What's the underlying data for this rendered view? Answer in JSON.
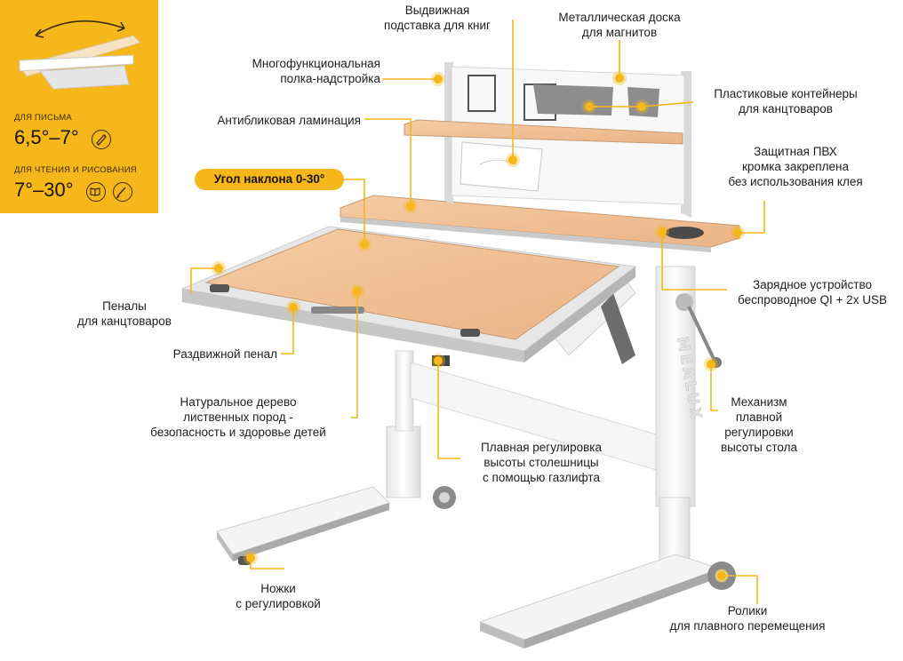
{
  "tilt_panel": {
    "writing_label": "ДЛЯ ПИСЬМА",
    "writing_angle": "6,5°–7°",
    "reading_label": "ДЛЯ ЧТЕНИЯ И РИСОВАНИЯ",
    "reading_angle": "7°–30°"
  },
  "angle_badge": "Угол наклона 0-30°",
  "callouts": {
    "book_stand": [
      "Выдвижная",
      "подставка для книг"
    ],
    "magnet_board": [
      "Металлическая доска",
      "для магнитов"
    ],
    "shelf": [
      "Многофункциональная",
      "полка-надстройка"
    ],
    "containers": [
      "Пластиковые контейнеры",
      "для канцтоваров"
    ],
    "lamination": [
      "Антибликовая ламинация"
    ],
    "pvc_edge": [
      "Защитная ПВХ",
      "кромка закреплена",
      "без использования клея"
    ],
    "pencil_cases": [
      "Пеналы",
      "для канцтоваров"
    ],
    "charger": [
      "Зарядное устройство",
      "беспроводное QI + 2x USB"
    ],
    "sliding_case": [
      "Раздвижной пенал"
    ],
    "natural_wood": [
      "Натуральное дерево",
      "лиственных пород -",
      "безопасность и здоровье детей"
    ],
    "height_mechanism": [
      "Механизм",
      "плавной",
      "регулировки",
      "высоты стола"
    ],
    "gaslift": [
      "Плавная регулировка",
      "высоты столешницы",
      "с помощью газлифта"
    ],
    "legs": [
      "Ножки",
      "с регулировкой"
    ],
    "casters": [
      "Ролики",
      "для плавного перемещения"
    ]
  },
  "brand_text": "MEALUX",
  "colors": {
    "accent": "#f5b719",
    "wood": "#f2c39a",
    "frame": "#f0f0f0",
    "grey": "#a9a9a9"
  }
}
